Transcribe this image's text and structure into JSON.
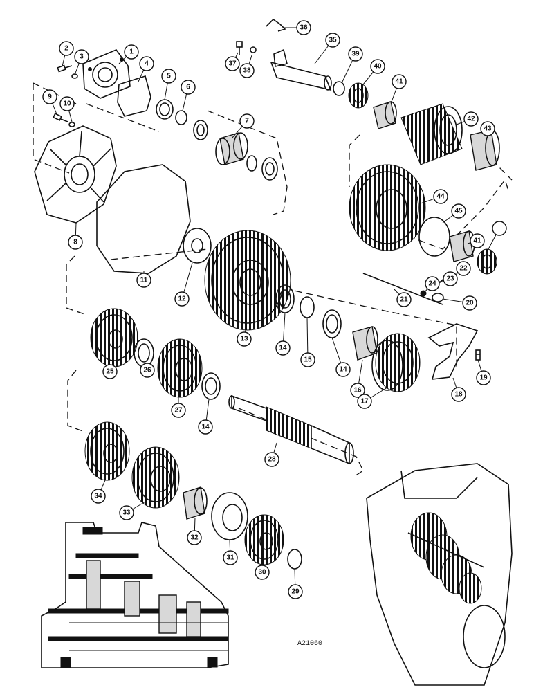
{
  "callouts": [
    "1",
    "2",
    "3",
    "4",
    "5",
    "6",
    "7",
    "8",
    "9",
    "10",
    "11",
    "12",
    "13",
    "14",
    "15",
    "16",
    "17",
    "18",
    "19",
    "20",
    "21",
    "22",
    "23",
    "24",
    "25",
    "26",
    "27",
    "28",
    "29",
    "30",
    "31",
    "32",
    "33",
    "34",
    "35",
    "36",
    "37",
    "38",
    "39",
    "40",
    "41",
    "42",
    "43",
    "44",
    "45"
  ],
  "figure_code": "A21060"
}
